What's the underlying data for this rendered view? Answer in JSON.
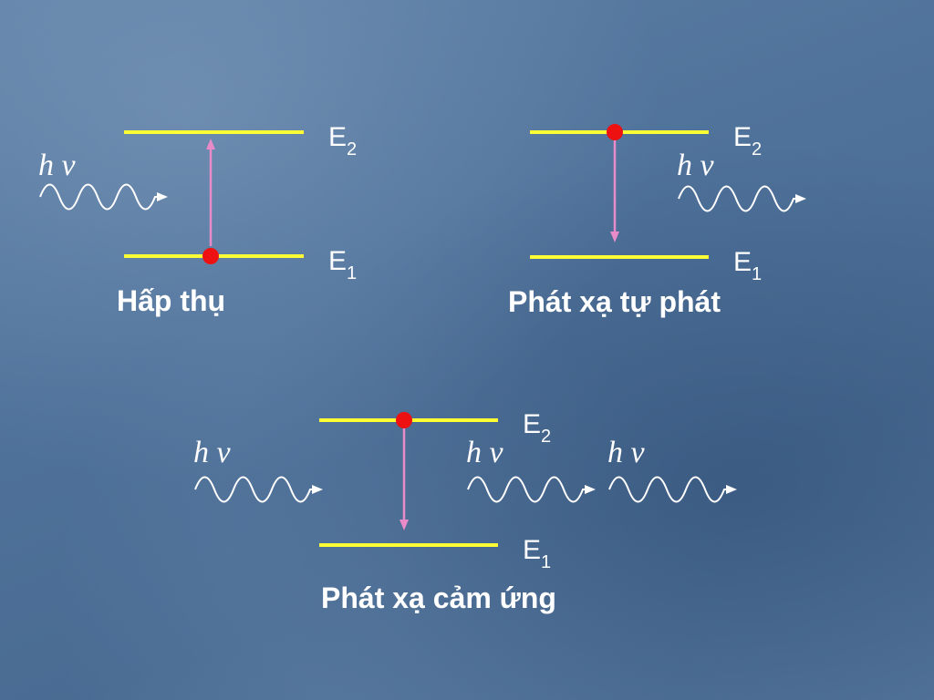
{
  "labels": {
    "level_upper_letter": "E",
    "level_upper_sub": "2",
    "level_lower_letter": "E",
    "level_lower_sub": "1",
    "photon": "h ν"
  },
  "captions": {
    "absorption": "Hấp thụ",
    "spontaneous_emission": "Phát xạ tự phát",
    "stimulated_emission": "Phát xạ cảm ứng"
  },
  "colors": {
    "level_line": "#ffff33",
    "transition_arrow": "#e98bc9",
    "electron": "#ee1111",
    "text": "#ffffff"
  }
}
